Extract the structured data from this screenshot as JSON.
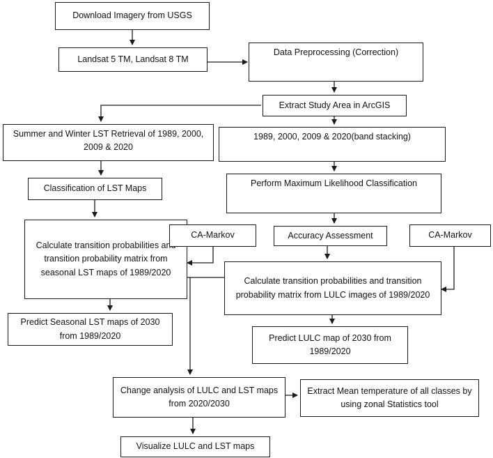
{
  "diagram": {
    "nodes": {
      "download": "Download Imagery from USGS",
      "landsat": "Landsat 5 TM, Landsat 8 TM",
      "preprocess": "Data Preprocessing (Correction)",
      "extract_area": "Extract Study Area in ArcGIS",
      "lst_retrieval": "Summer and Winter LST Retrieval of 1989, 2000, 2009 & 2020",
      "band_stacking": "1989, 2000, 2009 & 2020(band stacking)",
      "classify_lst": "Classification of LST Maps",
      "max_likelihood": "Perform Maximum Likelihood Classification",
      "calc_lst": "Calculate transition probabilities and transition probability matrix from seasonal LST maps of 1989/2020",
      "ca_markov_left": "CA-Markov",
      "accuracy": "Accuracy Assessment",
      "ca_markov_right": "CA-Markov",
      "calc_lulc": "Calculate transition probabilities and transition probability matrix from LULC images of 1989/2020",
      "predict_lst": "Predict Seasonal LST maps of 2030 from 1989/2020",
      "predict_lulc": "Predict LULC map of 2030 from 1989/2020",
      "change_analysis": "Change analysis of LULC and LST maps from 2020/2030",
      "mean_temp": "Extract Mean temperature of all classes by using zonal Statistics tool",
      "visualize": "Visualize LULC and LST maps"
    }
  },
  "colors": {
    "stroke": "#1a1a1a",
    "background": "#ffffff"
  }
}
